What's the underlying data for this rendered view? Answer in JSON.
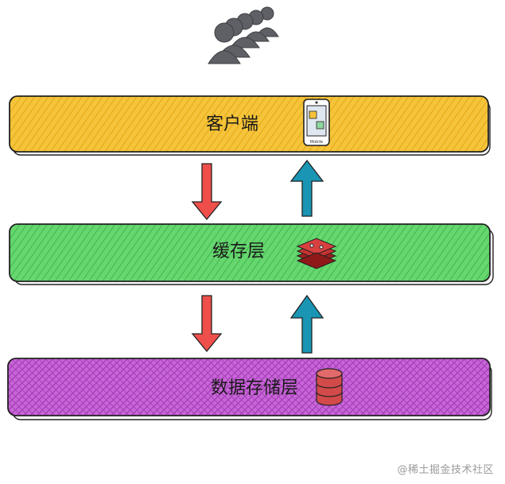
{
  "layers": {
    "client": {
      "label": "客户端",
      "color": "#f6c43a",
      "icon": "mobile-phone-icon",
      "icon_text": "Mobile"
    },
    "cache": {
      "label": "缓存层",
      "color": "#5fd26a",
      "icon": "redis-stack-icon"
    },
    "storage": {
      "label": "数据存储层",
      "color": "#c25ad0",
      "icon": "database-icon"
    }
  },
  "arrows": {
    "request_color": "#ef4f4a",
    "response_color": "#1a95b4"
  },
  "users": {
    "icon": "user-group-icon",
    "color": "#6b6d72"
  },
  "watermark": "@稀土掘金技术社区"
}
